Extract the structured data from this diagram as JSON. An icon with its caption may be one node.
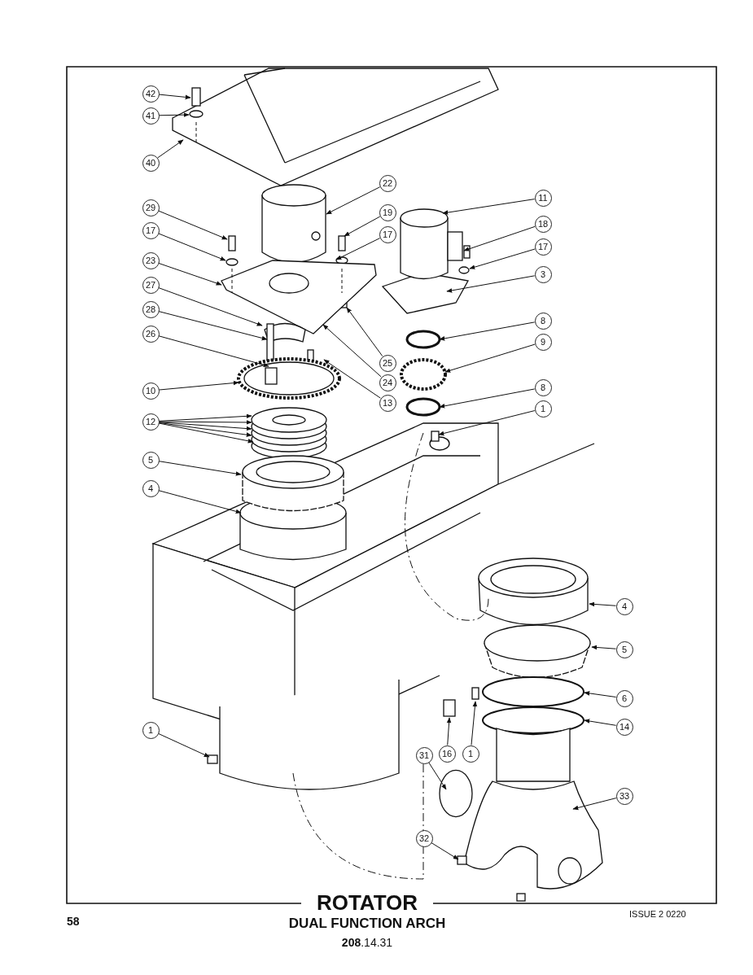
{
  "diagram": {
    "title": "ROTATOR",
    "caption": "DUAL FUNCTION ARCH",
    "nodes": [
      {
        "text": [
          "42"
        ]
      },
      {
        "text": [
          "41"
        ]
      },
      {
        "text": [
          "40"
        ]
      },
      {
        "text": [
          "22"
        ]
      },
      {
        "text": [
          "11"
        ]
      },
      {
        "text": [
          "29"
        ]
      },
      {
        "text": [
          "19"
        ]
      },
      {
        "text": [
          "18"
        ]
      },
      {
        "text": [
          "17"
        ]
      },
      {
        "text": [
          "17"
        ]
      },
      {
        "text": [
          "17"
        ]
      },
      {
        "text": [
          "23"
        ]
      },
      {
        "text": [
          "3"
        ]
      },
      {
        "text": [
          "27"
        ]
      },
      {
        "text": [
          "28"
        ]
      },
      {
        "text": [
          "8"
        ]
      },
      {
        "text": [
          "26"
        ]
      },
      {
        "text": [
          "9"
        ]
      },
      {
        "text": [
          "25"
        ]
      },
      {
        "text": [
          "24"
        ]
      },
      {
        "text": [
          "8"
        ]
      },
      {
        "text": [
          "10"
        ]
      },
      {
        "text": [
          "13"
        ]
      },
      {
        "text": [
          "1"
        ]
      },
      {
        "text": [
          "12"
        ]
      },
      {
        "text": [
          "5"
        ]
      },
      {
        "text": [
          "4"
        ]
      },
      {
        "text": [
          "4"
        ]
      },
      {
        "text": [
          "5"
        ]
      },
      {
        "text": [
          "6"
        ]
      },
      {
        "text": [
          "14"
        ]
      },
      {
        "text": [
          "1"
        ]
      },
      {
        "text": [
          "16"
        ]
      },
      {
        "text": [
          "1"
        ]
      },
      {
        "text": [
          "31"
        ]
      },
      {
        "text": [
          "33"
        ]
      },
      {
        "text": [
          "32"
        ]
      }
    ],
    "edges": [
      {
        "from": 0,
        "to": null,
        "arrow": "to"
      },
      {
        "from": 1,
        "to": null,
        "arrow": "to"
      },
      {
        "from": 2,
        "to": null,
        "arrow": "to"
      },
      {
        "from": 3,
        "to": null,
        "arrow": "to"
      },
      {
        "from": 4,
        "to": null,
        "arrow": "to"
      },
      {
        "from": 5,
        "to": null,
        "arrow": "to"
      },
      {
        "from": 6,
        "to": null,
        "arrow": "to"
      },
      {
        "from": 7,
        "to": null,
        "arrow": "to"
      },
      {
        "from": 8,
        "to": null,
        "arrow": "to"
      },
      {
        "from": 9,
        "to": null,
        "arrow": "to"
      },
      {
        "from": 10,
        "to": null,
        "arrow": "to"
      },
      {
        "from": 11,
        "to": null,
        "arrow": "to"
      },
      {
        "from": 12,
        "to": null,
        "arrow": "to"
      },
      {
        "from": 13,
        "to": null,
        "arrow": "to"
      },
      {
        "from": 14,
        "to": null,
        "arrow": "to"
      },
      {
        "from": 15,
        "to": null,
        "arrow": "to"
      },
      {
        "from": 16,
        "to": null,
        "arrow": "to"
      },
      {
        "from": 17,
        "to": null,
        "arrow": "to"
      },
      {
        "from": 18,
        "to": null,
        "arrow": "to"
      },
      {
        "from": 19,
        "to": null,
        "arrow": "to"
      },
      {
        "from": 20,
        "to": null,
        "arrow": "to"
      },
      {
        "from": 21,
        "to": null,
        "arrow": "to"
      },
      {
        "from": 22,
        "to": null,
        "arrow": "to"
      },
      {
        "from": 23,
        "to": null,
        "arrow": "to"
      },
      {
        "from": 24,
        "to": null,
        "arrow": "to"
      },
      {
        "from": 24,
        "to": null,
        "arrow": "to"
      },
      {
        "from": 24,
        "to": null,
        "arrow": "to"
      },
      {
        "from": 24,
        "to": null,
        "arrow": "to"
      },
      {
        "from": 24,
        "to": null,
        "arrow": "to"
      },
      {
        "from": 25,
        "to": null,
        "arrow": "to"
      },
      {
        "from": 26,
        "to": null,
        "arrow": "to"
      },
      {
        "from": 27,
        "to": null,
        "arrow": "to"
      },
      {
        "from": 28,
        "to": null,
        "arrow": "to"
      },
      {
        "from": 29,
        "to": null,
        "arrow": "to"
      },
      {
        "from": 30,
        "to": null,
        "arrow": "to"
      },
      {
        "from": 31,
        "to": null,
        "arrow": "to"
      },
      {
        "from": 32,
        "to": null,
        "arrow": "to"
      },
      {
        "from": 33,
        "to": null,
        "arrow": "to"
      },
      {
        "from": 34,
        "to": null,
        "arrow": "to"
      },
      {
        "from": 35,
        "to": null,
        "arrow": "to"
      },
      {
        "from": 36,
        "to": null,
        "arrow": "to"
      }
    ],
    "labels": [
      "58",
      "**208**.14.31",
      "ISSUE 2 0220"
    ]
  }
}
